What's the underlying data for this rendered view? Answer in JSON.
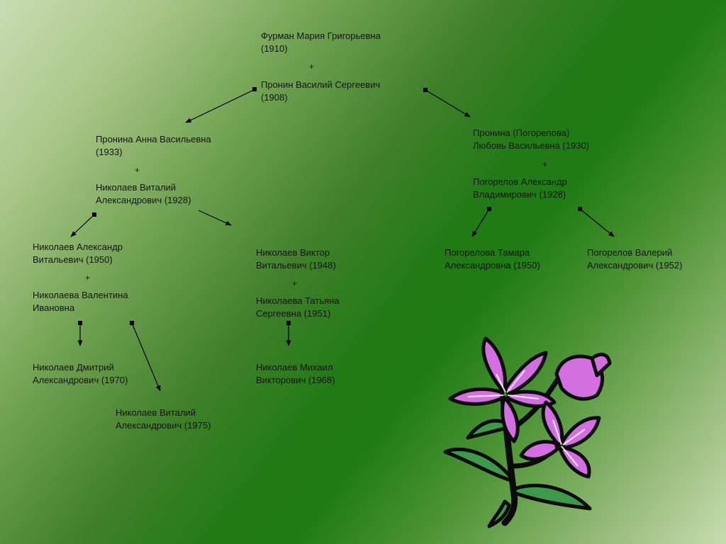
{
  "people": {
    "furman": {
      "line1": "Фурман Мария Григорьевна",
      "line2": "(1910)"
    },
    "pronin_vasiliy": {
      "line1": "Пронин Василий Сергеевич",
      "line2": "(1908)"
    },
    "pronina_anna": {
      "line1": "Пронина Анна Васильевна",
      "line2": "(1933)"
    },
    "nikolaev_vitaliy": {
      "line1": "Николаев Виталий",
      "line2": "Александрович (1928)"
    },
    "pronina_lyubov": {
      "line1": "Пронина (Погорелова)",
      "line2": "Любовь Васильевна (1930)"
    },
    "pogorelov_alexandr": {
      "line1": "Погорелов Александр",
      "line2": "Владимирович (1928)"
    },
    "nikolaev_alexandr": {
      "line1": "Николаев Александр",
      "line2": "Витальевич (1950)"
    },
    "nikolaeva_valentina": {
      "line1": "Николаева Валентина",
      "line2": "Ивановна"
    },
    "nikolaev_viktor": {
      "line1": "Николаев Виктор",
      "line2": "Витальевич (1948)"
    },
    "nikolaeva_tatyana": {
      "line1": "Николаева Татьяна",
      "line2": "Сергеевна (1951)"
    },
    "pogorelova_tamara": {
      "line1": "Погорелова Тамара",
      "line2": "Александровна (1950)"
    },
    "pogorelov_valeriy": {
      "line1": "Погорелов Валерий",
      "line2": "Александрович (1952)"
    },
    "nikolaev_dmitriy": {
      "line1": "Николаев Дмитрий",
      "line2": "Александрович (1970)"
    },
    "nikolaev_vitaliy_jr": {
      "line1": "Николаев Виталий",
      "line2": "Александрович (1975)"
    },
    "nikolaev_mikhail": {
      "line1": "Николаев Михаил",
      "line2": "Викторович (1968)"
    }
  },
  "plus_sign": "+",
  "colors": {
    "petal": "#d36fe0",
    "petal_dark": "#9a2fb0",
    "leaf": "#3e9a4a",
    "outline": "#0b0b0b",
    "arrow": "#000000"
  },
  "decoration": {
    "icon": "flower-clipart"
  }
}
